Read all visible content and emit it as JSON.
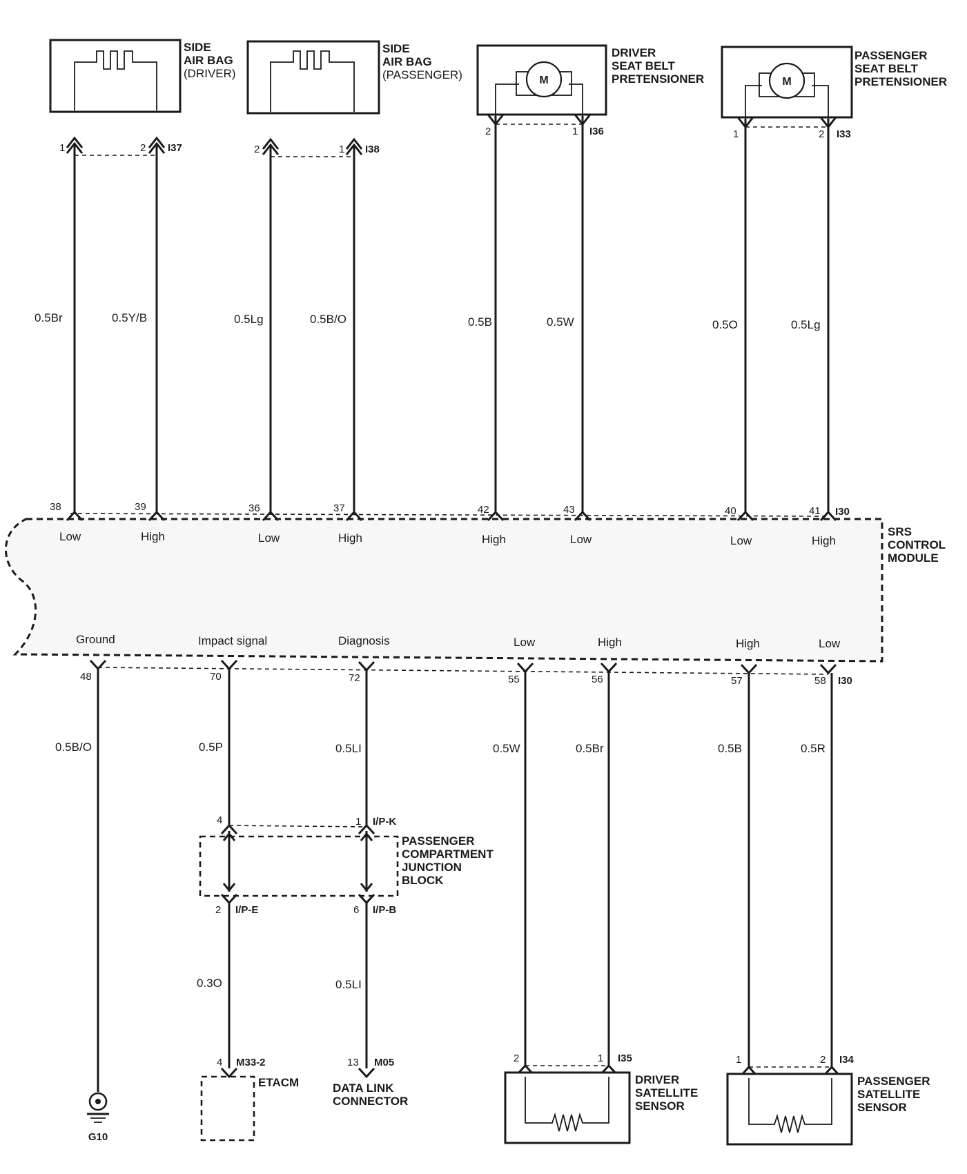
{
  "components": {
    "side_airbag_driver": {
      "lines": [
        "SIDE",
        "AIR BAG"
      ],
      "sub": "(DRIVER)",
      "connector": "I37",
      "pins": [
        "1",
        "2"
      ]
    },
    "side_airbag_passenger": {
      "lines": [
        "SIDE",
        "AIR BAG"
      ],
      "sub": "(PASSENGER)",
      "connector": "I38",
      "pins": [
        "2",
        "1"
      ]
    },
    "driver_pretensioner": {
      "lines": [
        "DRIVER",
        "SEAT BELT",
        "PRETENSIONER"
      ],
      "motor": "M",
      "connector": "I36",
      "pins": [
        "2",
        "1"
      ]
    },
    "passenger_pretensioner": {
      "lines": [
        "PASSENGER",
        "SEAT BELT",
        "PRETENSIONER"
      ],
      "motor": "M",
      "connector": "I33",
      "pins": [
        "1",
        "2"
      ]
    },
    "srs_module": {
      "lines": [
        "SRS",
        "CONTROL",
        "MODULE"
      ],
      "connector": "I30"
    },
    "junction_block": {
      "lines": [
        "PASSENGER",
        "COMPARTMENT",
        "JUNCTION",
        "BLOCK"
      ],
      "top_connector": "I/P-K",
      "top_pins": [
        "4",
        "1"
      ],
      "left_bottom_connector": "I/P-E",
      "left_bottom_pin": "2",
      "right_bottom_connector": "I/P-B",
      "right_bottom_pin": "6"
    },
    "etacm": {
      "label": "ETACM",
      "connector": "M33-2",
      "pin": "4"
    },
    "data_link": {
      "lines": [
        "DATA LINK",
        "CONNECTOR"
      ],
      "connector": "M05",
      "pin": "13"
    },
    "driver_satellite": {
      "lines": [
        "DRIVER",
        "SATELLITE",
        "SENSOR"
      ],
      "connector": "I35",
      "pins": [
        "2",
        "1"
      ]
    },
    "passenger_satellite": {
      "lines": [
        "PASSENGER",
        "SATELLITE",
        "SENSOR"
      ],
      "connector": "I34",
      "pins": [
        "1",
        "2"
      ]
    },
    "ground": {
      "label": "G10"
    }
  },
  "top_wires": [
    {
      "color": "0.5Br",
      "module_pin": "38",
      "signal": "Low"
    },
    {
      "color": "0.5Y/B",
      "module_pin": "39",
      "signal": "High"
    },
    {
      "color": "0.5Lg",
      "module_pin": "36",
      "signal": "Low"
    },
    {
      "color": "0.5B/O",
      "module_pin": "37",
      "signal": "High"
    },
    {
      "color": "0.5B",
      "module_pin": "42",
      "signal": "High"
    },
    {
      "color": "0.5W",
      "module_pin": "43",
      "signal": "Low"
    },
    {
      "color": "0.5O",
      "module_pin": "40",
      "signal": "Low"
    },
    {
      "color": "0.5Lg",
      "module_pin": "41",
      "signal": "High"
    }
  ],
  "bottom_wires": [
    {
      "color": "0.5B/O",
      "module_pin": "48",
      "signal": "Ground"
    },
    {
      "color": "0.5P",
      "module_pin": "70",
      "signal": "Impact signal",
      "lower_color": "0.3O"
    },
    {
      "color": "0.5LI",
      "module_pin": "72",
      "signal": "Diagnosis",
      "lower_color": "0.5LI"
    },
    {
      "color": "0.5W",
      "module_pin": "55",
      "signal": "Low"
    },
    {
      "color": "0.5Br",
      "module_pin": "56",
      "signal": "High"
    },
    {
      "color": "0.5B",
      "module_pin": "57",
      "signal": "High"
    },
    {
      "color": "0.5R",
      "module_pin": "58",
      "signal": "Low"
    }
  ]
}
